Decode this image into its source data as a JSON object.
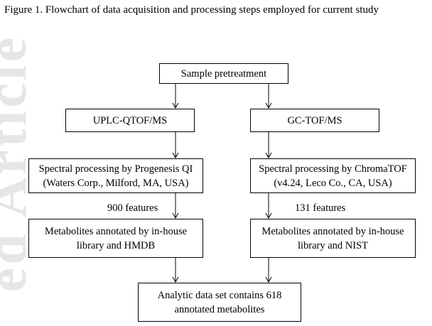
{
  "title": "Figure 1. Flowchart of data acquisition and processing steps employed for current study",
  "watermark": "ed Article",
  "nodes": {
    "sample": "Sample pretreatment",
    "uplc": "UPLC-QTOF/MS",
    "gc": "GC-TOF/MS",
    "spec_left_l1": "Spectral processing by Progenesis QI",
    "spec_left_l2": "(Waters Corp., Milford, MA, USA)",
    "spec_right_l1": "Spectral processing by ChromaTOF",
    "spec_right_l2": "(v4.24, Leco Co., CA, USA)",
    "annot_left_l1": "Metabolites annotated by in-house",
    "annot_left_l2": "library and HMDB",
    "annot_right_l1": "Metabolites annotated by in-house",
    "annot_right_l2": "library and NIST",
    "final_l1": "Analytic data set contains 618",
    "final_l2": "annotated metabolites"
  },
  "edge_labels": {
    "left_features": "900 features",
    "right_features": "131 features"
  }
}
